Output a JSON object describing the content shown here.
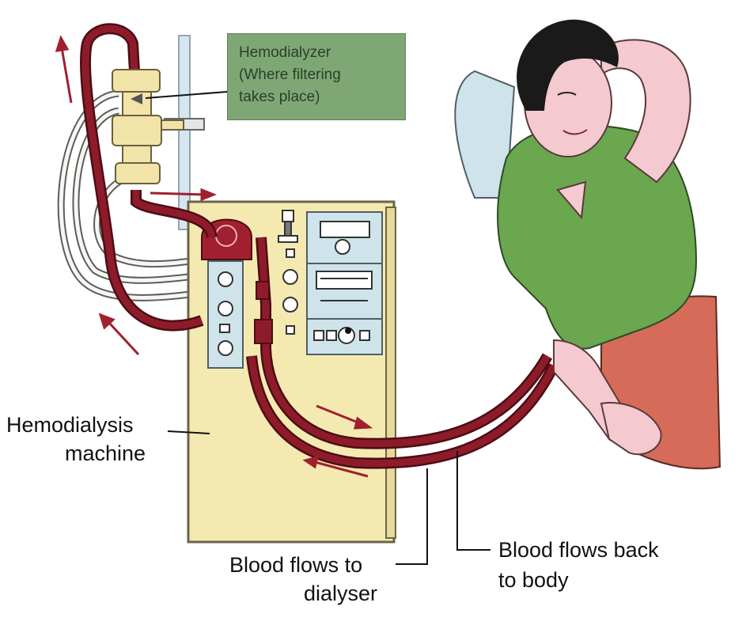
{
  "hemodialyzer_callout": {
    "line1": "Hemodialyzer",
    "line2": "(Where filtering",
    "line3": "takes place)"
  },
  "labels": {
    "machine_line1": "Hemodialysis",
    "machine_line2": "machine",
    "to_dialyser_line1": "Blood flows to",
    "to_dialyser_line2": "dialyser",
    "back_to_body_line1": "Blood flows back",
    "back_to_body_line2": "to body"
  },
  "colors": {
    "tube": "#8e1b2a",
    "machine": "#f4eab1",
    "panel": "#cfe3ea",
    "shirt": "#6aa74f",
    "pants": "#d56b58",
    "skin": "#f4c9cf",
    "hair": "#1a1a1a",
    "callout": "#7fa776"
  }
}
